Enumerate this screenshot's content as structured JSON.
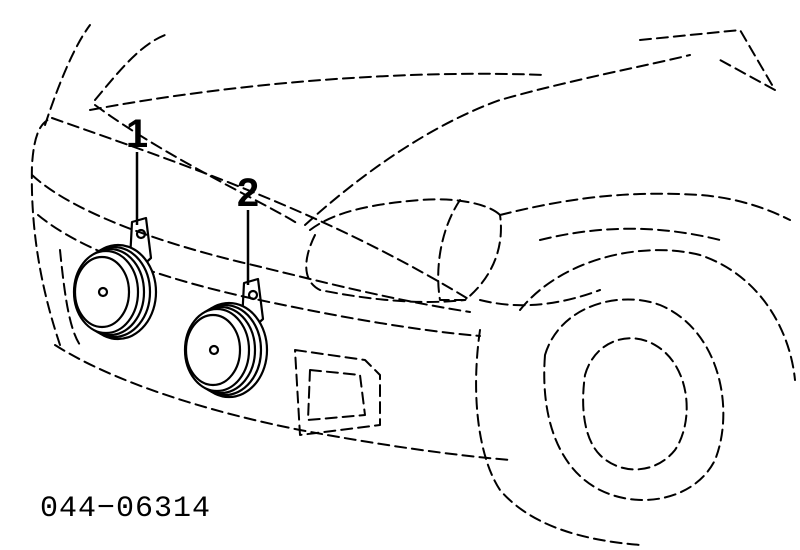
{
  "callouts": [
    {
      "label": "1",
      "part": "horn"
    },
    {
      "label": "2",
      "part": "horn"
    }
  ],
  "part_code": "044−06314"
}
